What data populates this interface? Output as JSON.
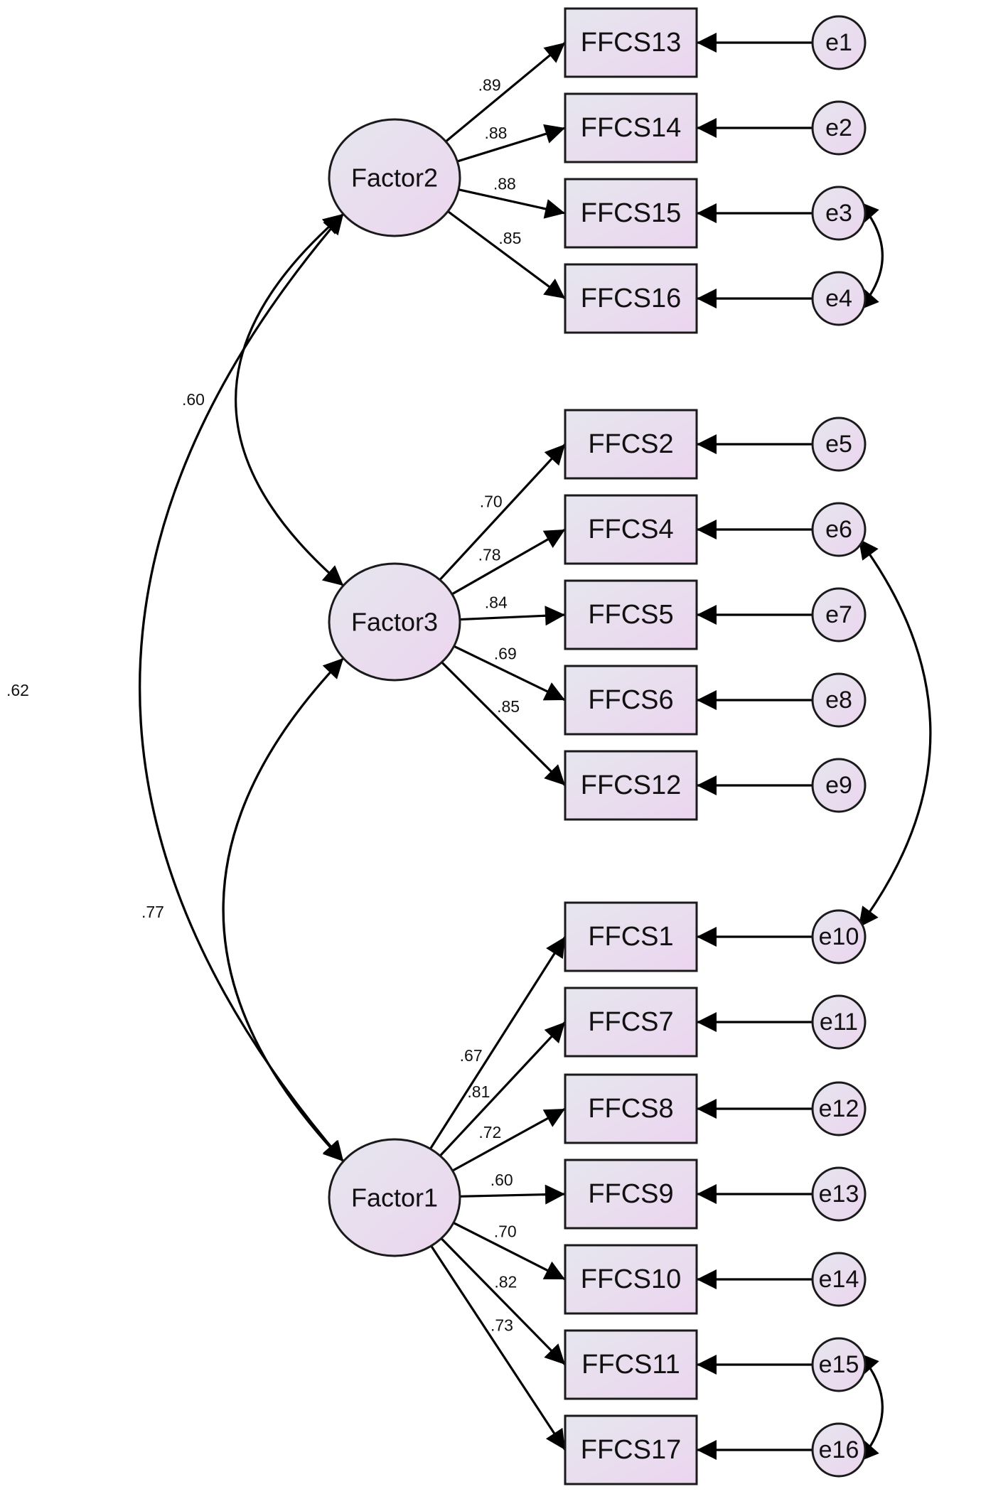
{
  "factors": [
    {
      "id": "F2",
      "label": "Factor2"
    },
    {
      "id": "F3",
      "label": "Factor3"
    },
    {
      "id": "F1",
      "label": "Factor1"
    }
  ],
  "observed": [
    {
      "label": "FFCS13",
      "error": "e1",
      "factor": "F2",
      "loading": ".89"
    },
    {
      "label": "FFCS14",
      "error": "e2",
      "factor": "F2",
      "loading": ".88"
    },
    {
      "label": "FFCS15",
      "error": "e3",
      "factor": "F2",
      "loading": ".88"
    },
    {
      "label": "FFCS16",
      "error": "e4",
      "factor": "F2",
      "loading": ".85"
    },
    {
      "label": "FFCS2",
      "error": "e5",
      "factor": "F3",
      "loading": ".70"
    },
    {
      "label": "FFCS4",
      "error": "e6",
      "factor": "F3",
      "loading": ".78"
    },
    {
      "label": "FFCS5",
      "error": "e7",
      "factor": "F3",
      "loading": ".84"
    },
    {
      "label": "FFCS6",
      "error": "e8",
      "factor": "F3",
      "loading": ".69"
    },
    {
      "label": "FFCS12",
      "error": "e9",
      "factor": "F3",
      "loading": ".85"
    },
    {
      "label": "FFCS1",
      "error": "e10",
      "factor": "F1",
      "loading": ".67"
    },
    {
      "label": "FFCS7",
      "error": "e11",
      "factor": "F1",
      "loading": ".81"
    },
    {
      "label": "FFCS8",
      "error": "e12",
      "factor": "F1",
      "loading": ".72"
    },
    {
      "label": "FFCS9",
      "error": "e13",
      "factor": "F1",
      "loading": ".60"
    },
    {
      "label": "FFCS10",
      "error": "e14",
      "factor": "F1",
      "loading": ".70"
    },
    {
      "label": "FFCS11",
      "error": "e15",
      "factor": "F1",
      "loading": ".82"
    },
    {
      "label": "FFCS17",
      "error": "e16",
      "factor": "F1",
      "loading": ".73"
    }
  ],
  "factor_correlations": [
    {
      "from": "F2",
      "to": "F3",
      "value": ".60"
    },
    {
      "from": "F3",
      "to": "F1",
      "value": ".77"
    },
    {
      "from": "F2",
      "to": "F1",
      "value": ".62"
    }
  ],
  "error_covariances": [
    {
      "from": "e3",
      "to": "e4"
    },
    {
      "from": "e6",
      "to": "e10"
    },
    {
      "from": "e15",
      "to": "e16"
    }
  ],
  "colors": {
    "node_fill_start": "#e5e6ee",
    "node_fill_end": "#ecd5ef",
    "stroke": "#111111",
    "background": "#ffffff"
  }
}
